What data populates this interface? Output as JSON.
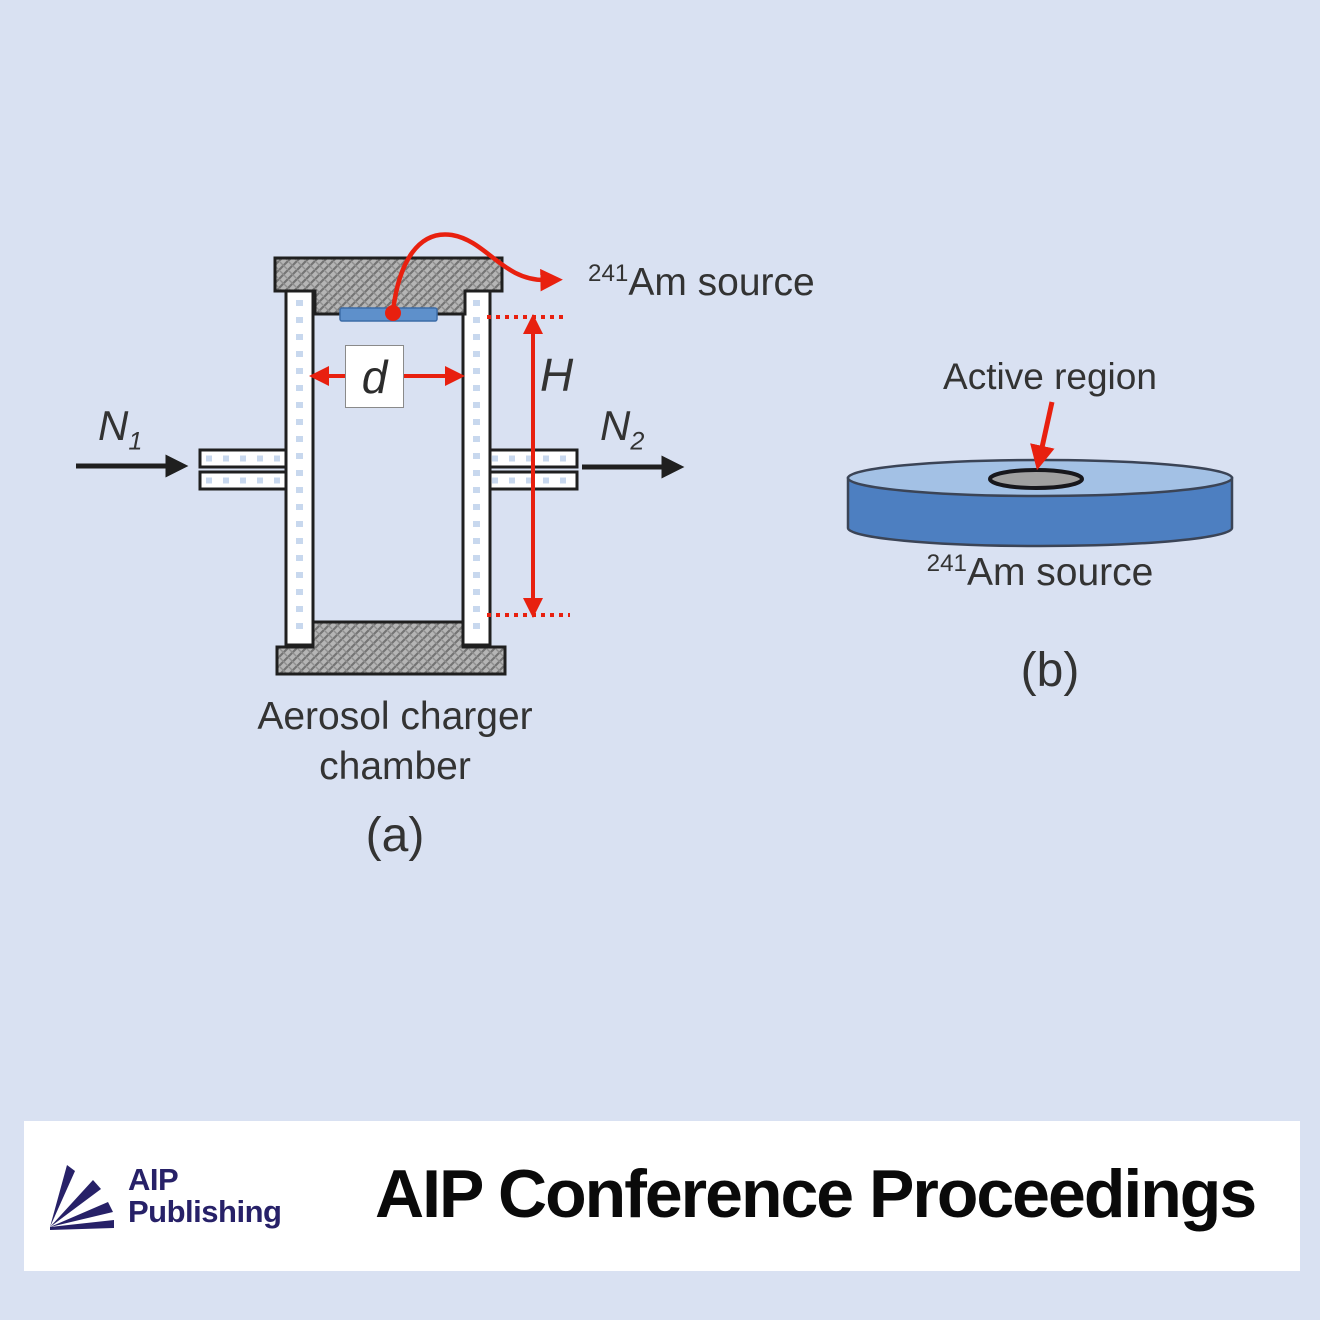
{
  "panel_a": {
    "source_callout": {
      "sup": "241",
      "text": "Am source"
    },
    "inlet": {
      "symbol": "N",
      "subscript": "1"
    },
    "outlet": {
      "symbol": "N",
      "subscript": "2"
    },
    "dim_gap": "d",
    "dim_height": "H",
    "caption_line1": "Aerosol charger",
    "caption_line2": "chamber",
    "tag": "(a)"
  },
  "panel_b": {
    "active_region": "Active region",
    "source": {
      "sup": "241",
      "text": "Am source"
    },
    "tag": "(b)"
  },
  "footer": {
    "logo_line1": "AIP",
    "logo_line2": "Publishing",
    "title": "AIP Conference Proceedings"
  },
  "colors": {
    "background": "#d9e1f2",
    "accent_red": "#e8200f",
    "outline_black": "#1f1f1f",
    "hatch_gray": "#b5b5b5",
    "wall_stitch_blue": "#c8d8ee",
    "source_strip_blue": "#5e90cb",
    "disk_top_blue": "#a3c1e5",
    "disk_side_blue": "#4d7fc1",
    "disk_stroke": "#3b4456",
    "active_region_gray": "#a0a0a0",
    "brand_navy": "#272168",
    "banner_background": "#ffffff",
    "label_text": "#333333"
  }
}
